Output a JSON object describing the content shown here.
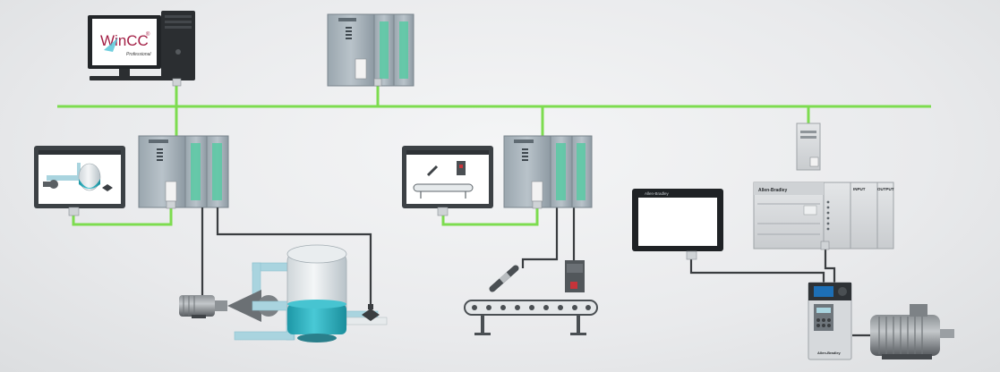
{
  "scada": {
    "brand": "WinCC",
    "trademark": "®",
    "edition": "Professional"
  },
  "rockwell": {
    "cpu_brand": "Allen-Bradley",
    "input_module": "INPUT",
    "output_module": "OUTPUT",
    "hmi_brand": "Allen-Bradley",
    "drive_brand": "Allen-Bradley"
  },
  "colors": {
    "network": "#7ddc4f",
    "wire": "#3a3d40",
    "plc_body": "#aeb8c0",
    "io_green": "#58c9a3",
    "tank_liquid": "#2fb4c2",
    "pipe": "#a9d4df",
    "ab_body": "#d9dbdd"
  }
}
